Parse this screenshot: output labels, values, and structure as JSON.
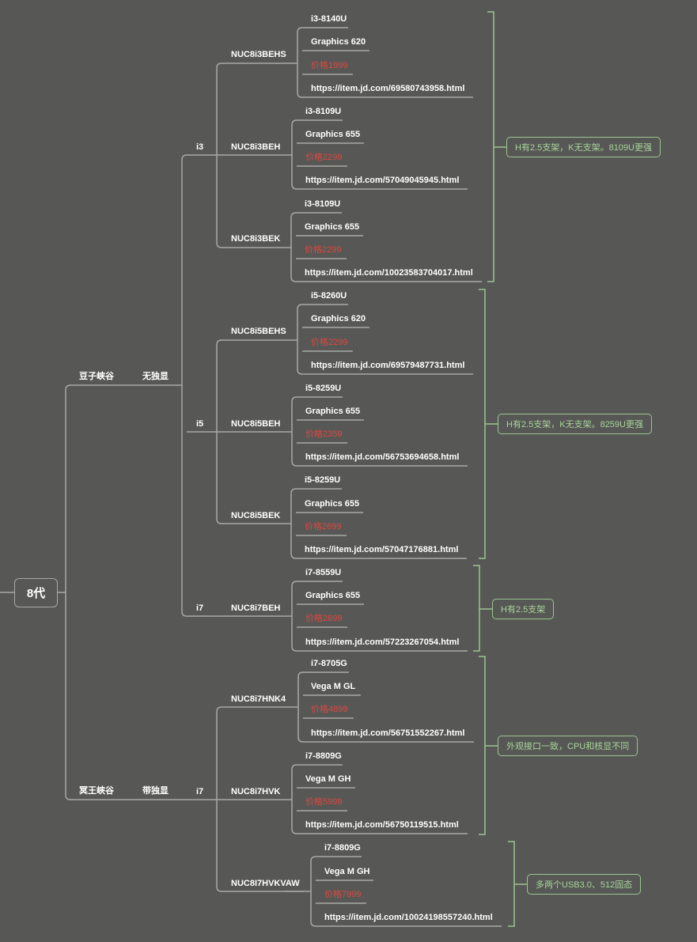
{
  "root": "8代",
  "branches": [
    {
      "name": "豆子峡谷",
      "gpu": "无独显",
      "cpu_groups": [
        {
          "cpu": "i3",
          "models": [
            {
              "model": "NUC8i3BEHS",
              "cpu": "i3-8140U",
              "graphics": "Graphics 620",
              "price": "价格1999",
              "url": "https://item.jd.com/69580743958.html"
            },
            {
              "model": "NUC8i3BEH",
              "cpu": "i3-8109U",
              "graphics": "Graphics 655",
              "price": "价格2299",
              "url": "https://item.jd.com/57049045945.html"
            },
            {
              "model": "NUC8i3BEK",
              "cpu": "i3-8109U",
              "graphics": "Graphics 655",
              "price": "价格2299",
              "url": "https://item.jd.com/10023583704017.html"
            }
          ],
          "note": "H有2.5支架，K无支架。8109U更强"
        },
        {
          "cpu": "i5",
          "models": [
            {
              "model": "NUC8i5BEHS",
              "cpu": "i5-8260U",
              "graphics": "Graphics 620",
              "price": "价格2299",
              "url": "https://item.jd.com/69579487731.html"
            },
            {
              "model": "NUC8i5BEH",
              "cpu": "i5-8259U",
              "graphics": "Graphics 655",
              "price": "价格2359",
              "url": "https://item.jd.com/56753694658.html"
            },
            {
              "model": "NUC8i5BEK",
              "cpu": "i5-8259U",
              "graphics": "Graphics 655",
              "price": "价格2699",
              "url": "https://item.jd.com/57047176881.html"
            }
          ],
          "note": "H有2.5支架，K无支架。8259U更强"
        },
        {
          "cpu": "i7",
          "models": [
            {
              "model": "NUC8i7BEH",
              "cpu": "i7-8559U",
              "graphics": "Graphics 655",
              "price": "价格2899",
              "url": "https://item.jd.com/57223267054.html"
            }
          ],
          "note": "H有2.5支架"
        }
      ]
    },
    {
      "name": "冥王峡谷",
      "gpu": "带独显",
      "cpu_groups": [
        {
          "cpu": "i7",
          "models": [
            {
              "model": "NUC8i7HNK4",
              "cpu": "i7-8705G",
              "graphics": "Vega M GL",
              "price": "价格4899",
              "url": "https://item.jd.com/56751552267.html"
            },
            {
              "model": "NUC8i7HVK",
              "cpu": "i7-8809G",
              "graphics": "Vega M GH",
              "price": "价格5999",
              "url": "https://item.jd.com/56750119515.html"
            },
            {
              "model": "NUC8I7HVKVAW",
              "cpu": "i7-8809G",
              "graphics": "Vega M GH",
              "price": "价格7999",
              "url": "https://item.jd.com/10024198557240.html"
            }
          ],
          "notes": [
            "外观接口一致，CPU和核显不同",
            "多两个USB3.0、512固态"
          ]
        }
      ]
    }
  ]
}
